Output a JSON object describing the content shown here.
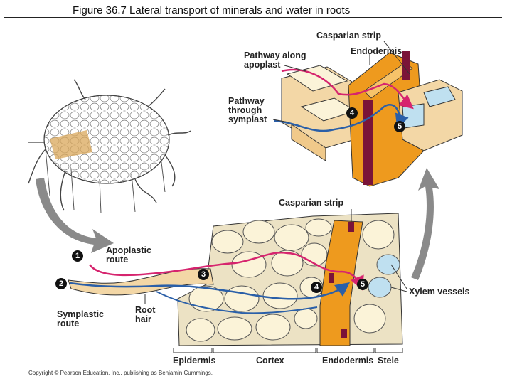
{
  "title": "Figure 36.7  Lateral transport of minerals and water in roots",
  "labels": {
    "casparian_strip_top": "Casparian strip",
    "endodermis_top": "Endodermis",
    "pathway_apoplast": "Pathway along\napoplast",
    "pathway_symplast": "Pathway\nthrough\nsymplast",
    "casparian_strip_mid": "Casparian strip",
    "apoplastic_route": "Apoplastic\nroute",
    "symplastic_route": "Symplastic\nroute",
    "root_hair": "Root\nhair",
    "xylem_vessels": "Xylem vessels",
    "epidermis": "Epidermis",
    "cortex": "Cortex",
    "endodermis_bottom": "Endodermis",
    "stele": "Stele"
  },
  "step_numbers": {
    "n1": "1",
    "n2": "2",
    "n3": "3",
    "n4": "4",
    "n5": "5",
    "n4_top": "4",
    "n5_top": "5"
  },
  "copyright": "Copyright © Pearson Education, Inc., publishing as Benjamin Cummings.",
  "colors": {
    "apoplast_path": "#d6246e",
    "symplast_path": "#2a5fa8",
    "endodermis": "#ee9a1e",
    "casparian": "#7a1438",
    "cell_fill": "#fbf3d8",
    "xylem": "#bfe0f0",
    "arrow_grey": "#8a8a8a"
  }
}
